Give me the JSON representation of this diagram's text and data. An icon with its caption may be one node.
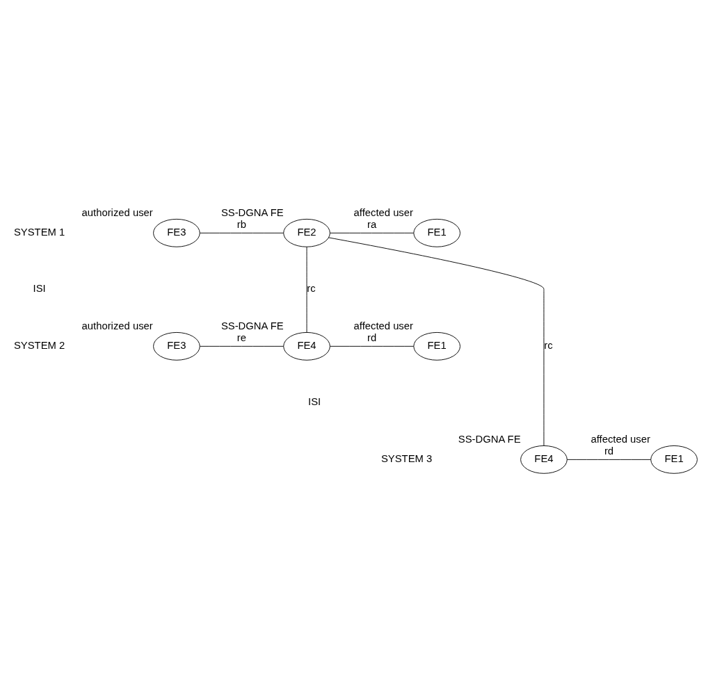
{
  "diagram": {
    "nodes": [
      {
        "text": [
          "FE3"
        ],
        "beside": [
          "authorized user"
        ]
      },
      {
        "text": [
          "FE2"
        ],
        "beside": [
          "SS-DGNA FE"
        ]
      },
      {
        "text": [
          "FE1"
        ],
        "beside": [
          "affected user"
        ]
      },
      {
        "text": [
          "FE3"
        ],
        "beside": [
          "authorized user"
        ]
      },
      {
        "text": [
          "FE4"
        ],
        "beside": [
          "SS-DGNA FE"
        ]
      },
      {
        "text": [
          "FE1"
        ],
        "beside": [
          "affected user"
        ]
      },
      {
        "text": [
          "FE4"
        ],
        "beside": [
          "SS-DGNA FE"
        ]
      },
      {
        "text": [
          "FE1"
        ],
        "beside": [
          "affected user"
        ]
      }
    ],
    "edges": [
      {
        "from": 0,
        "to": 1,
        "arrow": "none",
        "label": "rb"
      },
      {
        "from": 1,
        "to": 2,
        "arrow": "none",
        "label": "ra"
      },
      {
        "from": 1,
        "to": 4,
        "arrow": "none",
        "label": "rc"
      },
      {
        "from": 1,
        "to": 6,
        "arrow": "none",
        "label": "rc"
      },
      {
        "from": 3,
        "to": 4,
        "arrow": "none",
        "label": "re"
      },
      {
        "from": 4,
        "to": 5,
        "arrow": "none",
        "label": "rd"
      },
      {
        "from": 6,
        "to": 7,
        "arrow": "none",
        "label": "rd"
      }
    ],
    "labels": [
      "SYSTEM 1",
      "ISI",
      "SYSTEM 2",
      "ISI",
      "SYSTEM 3"
    ]
  }
}
